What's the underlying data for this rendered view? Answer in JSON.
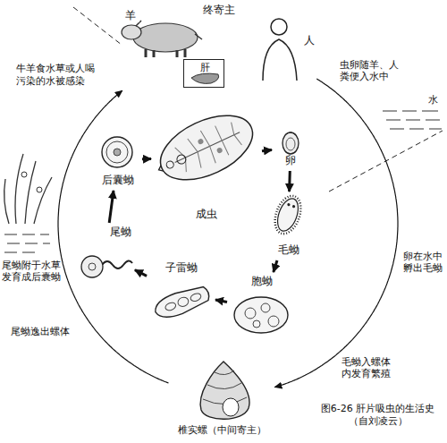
{
  "diagram": {
    "caption": "图6-26 肝片吸虫的生活史 （自刘凌云）",
    "nodes": [
      {
        "text": [
          "终寄主"
        ]
      },
      {
        "text": [
          "肝"
        ],
        "in": 0
      },
      {
        "text": [
          "成虫"
        ]
      },
      {
        "text": [
          "卵"
        ]
      },
      {
        "text": [
          "后囊蚴"
        ]
      },
      {
        "text": [
          "毛蚴"
        ]
      },
      {
        "text": [
          "尾蚴"
        ]
      },
      {
        "text": [
          "子雷蚴"
        ]
      },
      {
        "text": [
          "胞蚴"
        ]
      },
      {
        "text": [
          "椎实螺（中间寄主）"
        ]
      }
    ],
    "edges": [
      {
        "from": 2,
        "to": 3,
        "arrow": "to"
      },
      {
        "from": 3,
        "to": 5,
        "arrow": "to"
      },
      {
        "from": 5,
        "to": 8,
        "arrow": "to"
      },
      {
        "from": 8,
        "to": 7,
        "arrow": "to"
      },
      {
        "from": 7,
        "to": 6,
        "arrow": "to"
      },
      {
        "from": 6,
        "to": 4,
        "arrow": "to"
      },
      {
        "from": 4,
        "to": 2,
        "arrow": "to"
      },
      {
        "from": 0,
        "to": 9,
        "arrow": "to"
      },
      {
        "from": 9,
        "to": 0,
        "arrow": "to"
      }
    ],
    "labels": [
      "羊",
      "人",
      "牛羊食水草或人喝污染的水被感染",
      "虫卵随羊、人粪便入水中",
      "水",
      "卵在水中孵出毛蚴",
      "毛蚴入螺体内发育繁殖",
      "尾蚴逸出螺体",
      "尾蚴附于水草发育成后囊蚴"
    ]
  }
}
